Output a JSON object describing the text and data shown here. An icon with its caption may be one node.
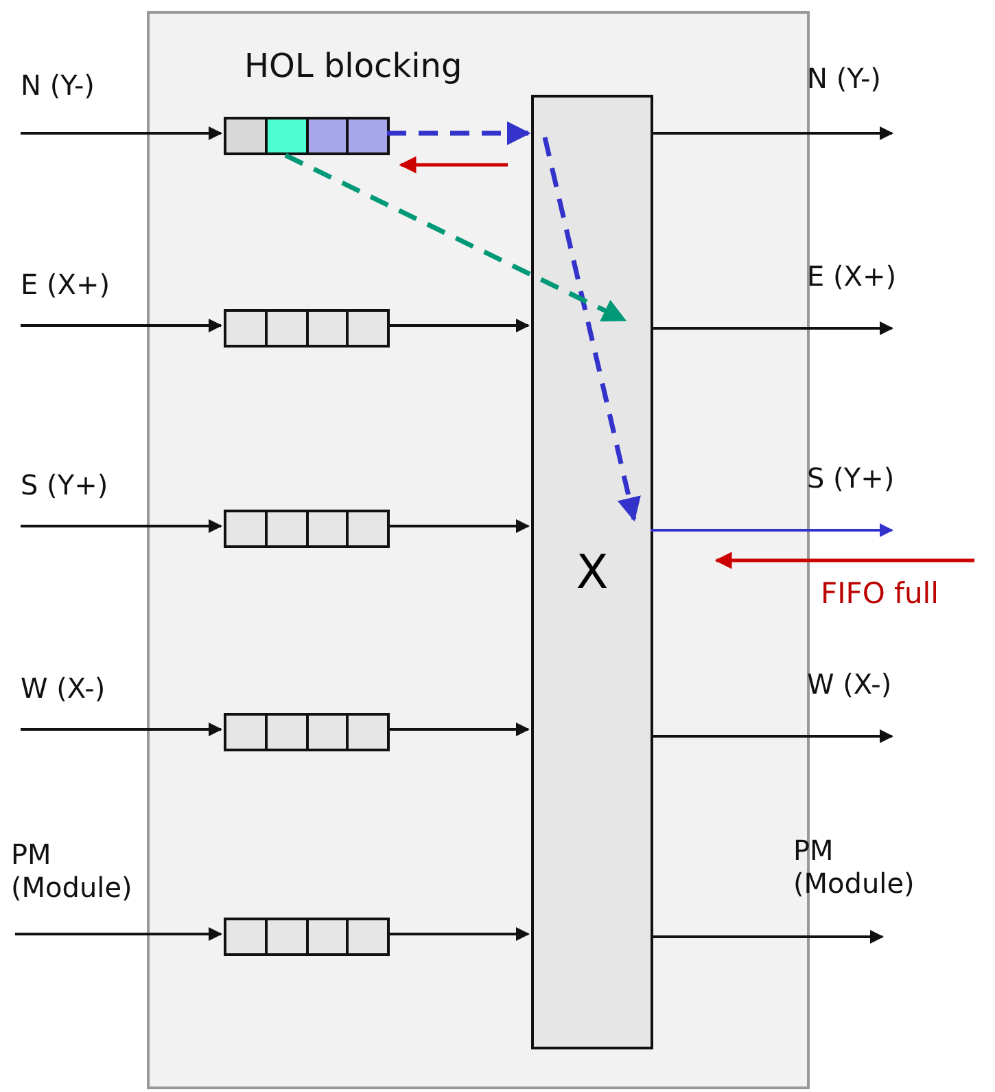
{
  "diagram": {
    "nodes": [
      {
        "text": [],
        "shape": "box"
      },
      {
        "text": [
          "X"
        ],
        "in": 0
      },
      {
        "text": [],
        "shape": "box",
        "in": 0
      },
      {
        "text": [],
        "shape": "box",
        "in": 0
      },
      {
        "text": [],
        "shape": "box",
        "in": 0
      },
      {
        "text": [],
        "shape": "box",
        "in": 0
      },
      {
        "text": [],
        "shape": "box",
        "in": 0
      },
      {
        "text": [
          "N (Y-)"
        ]
      },
      {
        "text": [
          "E (X+)"
        ]
      },
      {
        "text": [
          "S (Y+)"
        ]
      },
      {
        "text": [
          "W (X-)"
        ]
      },
      {
        "text": [
          "PM (Module)"
        ]
      },
      {
        "text": [
          "N (Y-)"
        ]
      },
      {
        "text": [
          "E (X+)"
        ]
      },
      {
        "text": [
          "S (Y+)"
        ]
      },
      {
        "text": [
          "W (X-)"
        ]
      },
      {
        "text": [
          "PM (Module)"
        ]
      }
    ],
    "edges": [
      {
        "from": 7,
        "to": 2,
        "arrow": "to"
      },
      {
        "from": 8,
        "to": 3,
        "arrow": "to"
      },
      {
        "from": 9,
        "to": 4,
        "arrow": "to"
      },
      {
        "from": 10,
        "to": 5,
        "arrow": "to"
      },
      {
        "from": 11,
        "to": 6,
        "arrow": "to"
      },
      {
        "from": 2,
        "to": 1,
        "arrow": "to",
        "style": "dashed",
        "color": "#3333cc"
      },
      {
        "from": 3,
        "to": 1,
        "arrow": "to"
      },
      {
        "from": 4,
        "to": 1,
        "arrow": "to"
      },
      {
        "from": 5,
        "to": 1,
        "arrow": "to"
      },
      {
        "from": 6,
        "to": 1,
        "arrow": "to"
      },
      {
        "from": 1,
        "to": 12,
        "arrow": "to"
      },
      {
        "from": 1,
        "to": 13,
        "arrow": "to"
      },
      {
        "from": 1,
        "to": 14,
        "arrow": "to",
        "color": "#3333cc"
      },
      {
        "from": 1,
        "to": 15,
        "arrow": "to"
      },
      {
        "from": 1,
        "to": 16,
        "arrow": "to"
      },
      {
        "from": 2,
        "to": 1,
        "arrow": "to",
        "style": "dashed",
        "color": "#009977"
      }
    ],
    "labels": [
      "HOL blocking",
      "FIFO full"
    ]
  }
}
